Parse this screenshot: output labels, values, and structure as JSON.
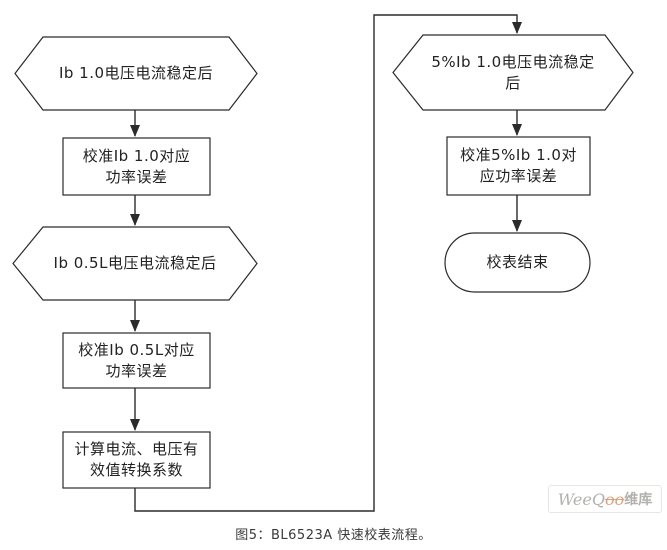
{
  "colors": {
    "line": "#2b2b2b",
    "text": "#222222",
    "captiontext": "#3a3a3a",
    "wmgray": "#b3b1ae",
    "wmorange": "#d9a380",
    "wmborder": "#e8e6e3"
  },
  "flowchart": {
    "nodes": [
      {
        "id": "cond-ib-1-0-stable",
        "type": "hexagon-condition",
        "label": "Ib 1.0电压电流稳定后"
      },
      {
        "id": "proc-calibrate-ib-1-0",
        "type": "process",
        "label": "校准Ib 1.0对应\n功率误差"
      },
      {
        "id": "cond-ib-0-5l-stable",
        "type": "hexagon-condition",
        "label": "Ib 0.5L电压电流稳定后"
      },
      {
        "id": "proc-calibrate-ib-0-5l",
        "type": "process",
        "label": "校准Ib 0.5L对应\n功率误差"
      },
      {
        "id": "proc-compute-rms-coeff",
        "type": "process",
        "label": "计算电流、电压有\n效值转换系数"
      },
      {
        "id": "cond-5pct-ib-stable",
        "type": "hexagon-condition",
        "label": "5%Ib 1.0电压电流稳定\n后"
      },
      {
        "id": "proc-calibrate-5pct-ib",
        "type": "process",
        "label": "校准5%Ib 1.0对\n应功率误差"
      },
      {
        "id": "terminator-end",
        "type": "terminator",
        "label": "校表结束"
      }
    ],
    "caption": "图5：BL6523A 快速校表流程。"
  },
  "watermark": {
    "part1": "WeeQ",
    "part2": "oo",
    "part3": "维库"
  }
}
